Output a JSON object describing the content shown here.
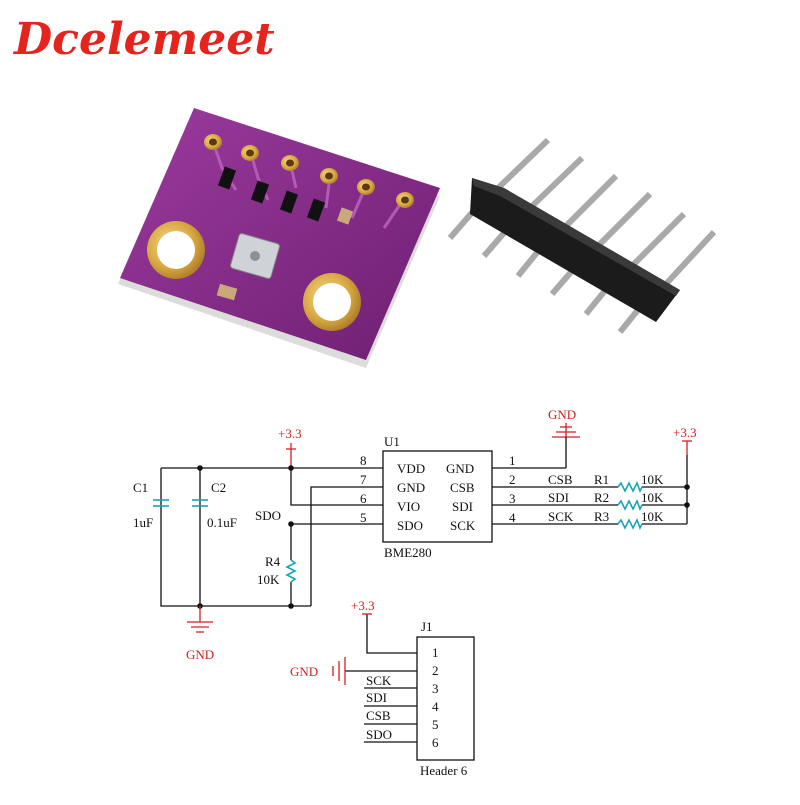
{
  "brand": {
    "name": "Dcelemeet",
    "color": "#e5251d"
  },
  "colors": {
    "pcb": "#8a2c8c",
    "gold": "#d8a640",
    "power": "#d42020",
    "passive": "#19a3b7"
  },
  "schematic": {
    "ic": {
      "ref": "U1",
      "part": "BME280",
      "left_pins": [
        {
          "num": "8",
          "name": "VDD"
        },
        {
          "num": "7",
          "name": "GND"
        },
        {
          "num": "6",
          "name": "VIO"
        },
        {
          "num": "5",
          "name": "SDO"
        }
      ],
      "right_pins": [
        {
          "num": "1",
          "name": "GND"
        },
        {
          "num": "2",
          "name": "CSB"
        },
        {
          "num": "3",
          "name": "SDI"
        },
        {
          "num": "4",
          "name": "SCK"
        }
      ]
    },
    "power": {
      "v33": "+3.3",
      "gnd": "GND"
    },
    "caps": [
      {
        "ref": "C1",
        "value": "1uF"
      },
      {
        "ref": "C2",
        "value": "0.1uF"
      }
    ],
    "sdo_net": "SDO",
    "r4": {
      "ref": "R4",
      "value": "10K"
    },
    "right_nets": [
      "CSB",
      "SDI",
      "SCK"
    ],
    "pullups": [
      {
        "ref": "R1",
        "value": "10K"
      },
      {
        "ref": "R2",
        "value": "10K"
      },
      {
        "ref": "R3",
        "value": "10K"
      }
    ],
    "header": {
      "ref": "J1",
      "name": "Header 6",
      "pins": [
        "1",
        "2",
        "3",
        "4",
        "5",
        "6"
      ],
      "nets": [
        "SCK",
        "SDI",
        "CSB",
        "SDO"
      ]
    }
  }
}
